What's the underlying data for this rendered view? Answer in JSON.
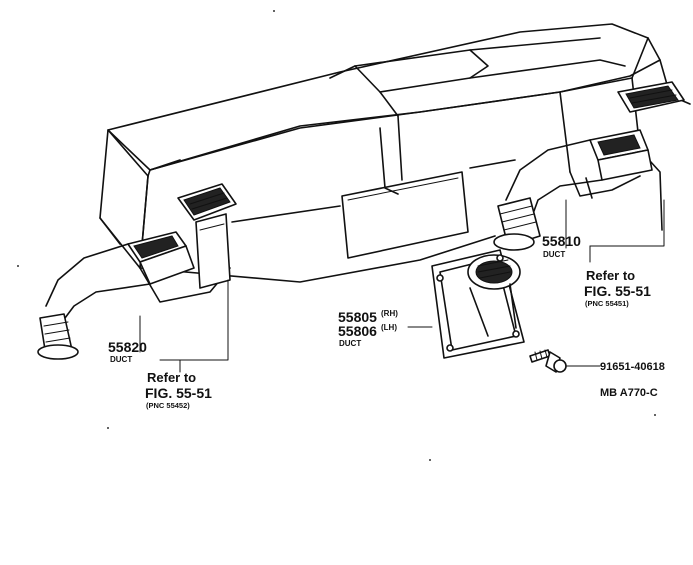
{
  "callouts": {
    "duct_left": {
      "part_no": "55820",
      "caption": "DUCT"
    },
    "duct_right": {
      "part_no": "55810",
      "caption": "DUCT"
    },
    "duct_center": {
      "part_no_rh": "55805",
      "suffix_rh": "(RH)",
      "part_no_lh": "55806",
      "suffix_lh": "(LH)",
      "caption": "DUCT"
    },
    "bolt": {
      "part_no": "91651-40618"
    }
  },
  "references": {
    "left": {
      "refer": "Refer to",
      "fig": "FIG. 55-51",
      "pnc": "(PNC 55452)"
    },
    "right": {
      "refer": "Refer to",
      "fig": "FIG. 55-51",
      "pnc": "(PNC 55451)"
    }
  },
  "figure_code": "MB  A770-C"
}
